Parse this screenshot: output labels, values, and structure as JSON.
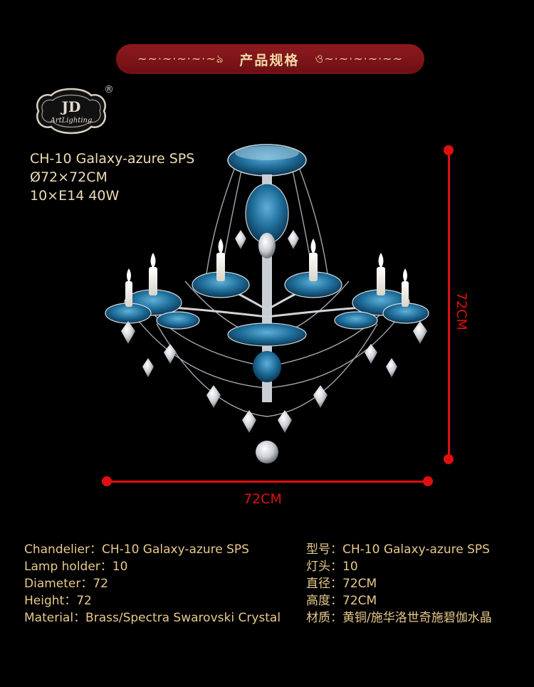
{
  "banner": {
    "left_ornament": "~~·~·~·~·~ঌ",
    "title": "产品规格",
    "right_ornament": "ও~·~·~·~·~~"
  },
  "logo": {
    "monogram": "JD",
    "text": "ArtLighting",
    "registered": "®"
  },
  "model": {
    "name": "CH-10 Galaxy-azure SPS",
    "size": "Ø72×72CM",
    "bulbs": "10×E14 40W"
  },
  "dimensions": {
    "width_label": "72CM",
    "height_label": "72CM"
  },
  "specs_en": [
    "Chandelier：CH-10 Galaxy-azure SPS",
    "Lamp holder：10",
    "Diameter：72",
    "Height：72",
    "Material：Brass/Spectra Swarovski Crystal"
  ],
  "specs_cn": [
    "型号：CH-10 Galaxy-azure SPS",
    "灯头：10",
    "直径：72CM",
    "高度：72CM",
    "材质：黄铜/施华洛世奇施碧伽水晶"
  ],
  "colors": {
    "accent_red": "#e01010",
    "banner_red": "#8e1b1f",
    "gold_text": "#e8c98a",
    "azure_glass": "#1f6f9c"
  }
}
